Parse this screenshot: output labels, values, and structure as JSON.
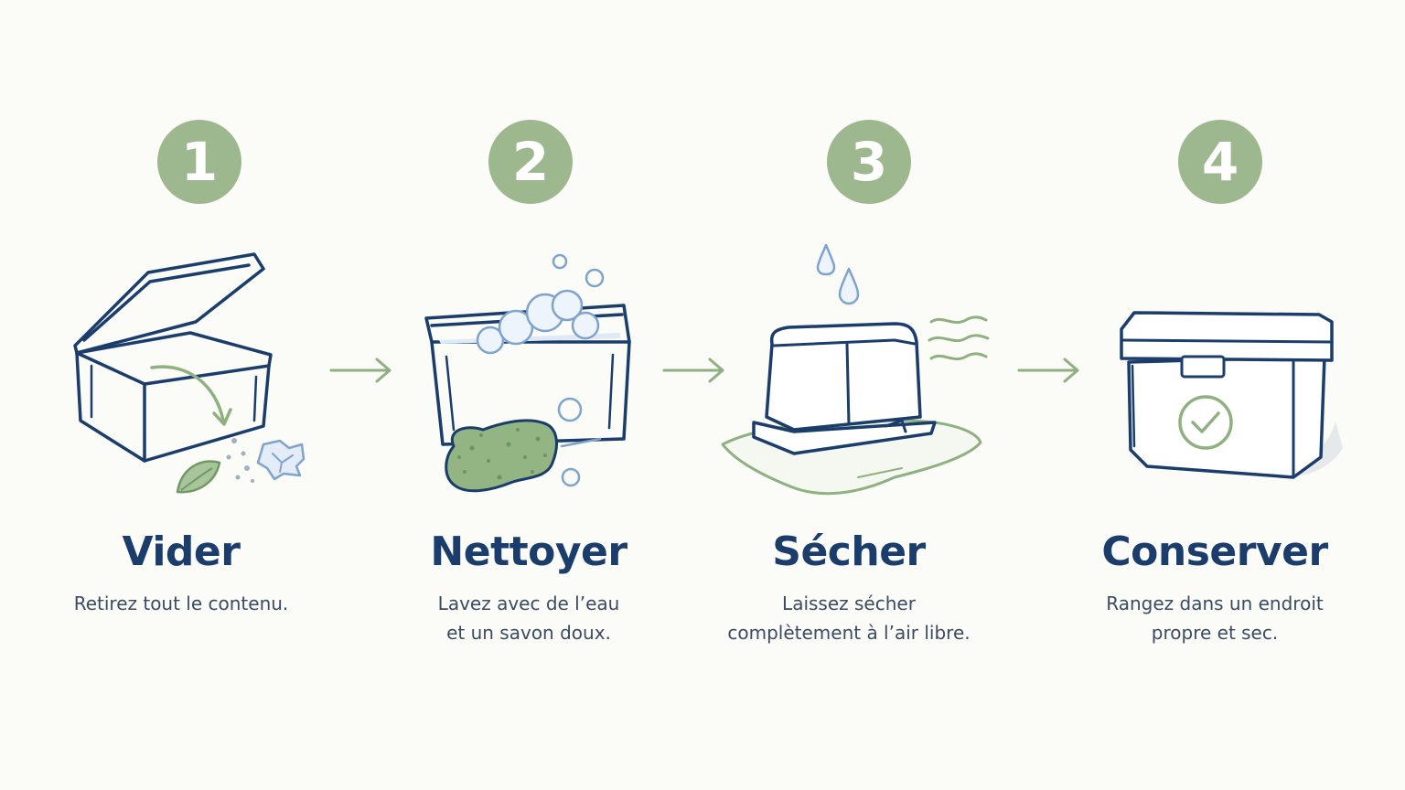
{
  "colors": {
    "background": "#fbfbf8",
    "badge": "#9db78f",
    "outline": "#1b3d6b",
    "accent_green": "#8fb07f",
    "water_blue": "#7ea3cf",
    "text": "#3b4b62"
  },
  "steps": [
    {
      "number": "1",
      "title": "Vider",
      "description": [
        "Retirez tout le contenu."
      ],
      "icon": "open-box-emptying-icon"
    },
    {
      "number": "2",
      "title": "Nettoyer",
      "description": [
        "Lavez avec de l’eau",
        "et un savon doux."
      ],
      "icon": "box-washing-sponge-icon"
    },
    {
      "number": "3",
      "title": "Sécher",
      "description": [
        "Laissez sécher",
        "complètement à l’air libre."
      ],
      "icon": "box-drying-icon"
    },
    {
      "number": "4",
      "title": "Conserver",
      "description": [
        "Rangez dans un endroit",
        "propre et sec."
      ],
      "icon": "closed-box-check-icon"
    }
  ]
}
